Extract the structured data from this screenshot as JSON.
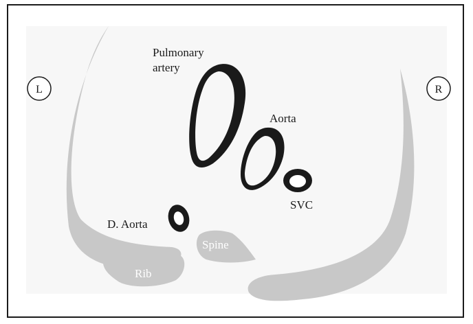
{
  "labels": {
    "left_marker": "L",
    "right_marker": "R",
    "pulmonary_line1": "Pulmonary",
    "pulmonary_line2": "artery",
    "aorta": "Aorta",
    "svc": "SVC",
    "descending_aorta": "D. Aorta",
    "spine": "Spine",
    "rib": "Rib"
  },
  "colors": {
    "vessel": "#1a1a1a",
    "bone": "#c8c8c8",
    "background_panel": "#f5f5f5",
    "outline": "#1a1a1a"
  }
}
